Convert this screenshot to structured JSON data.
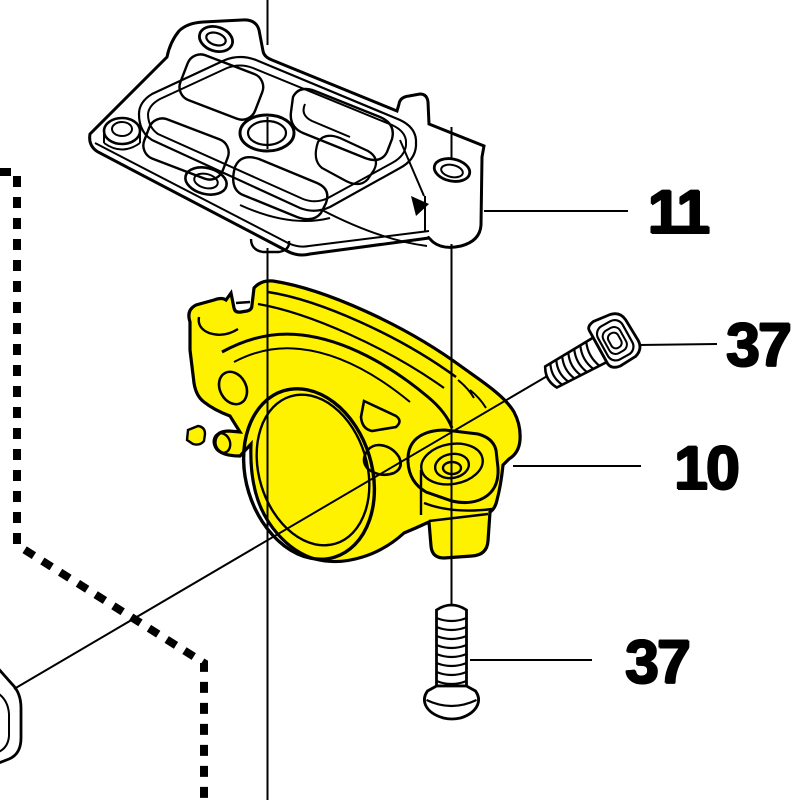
{
  "colors": {
    "background": "#ffffff",
    "line": "#000000",
    "highlight": "#fff200"
  },
  "callouts": [
    {
      "label": "11",
      "target": "cover-plate"
    },
    {
      "label": "37",
      "target": "screw-angled-top"
    },
    {
      "label": "10",
      "target": "highlighted-spacer"
    },
    {
      "label": "37",
      "target": "screw-vertical-bottom"
    }
  ]
}
